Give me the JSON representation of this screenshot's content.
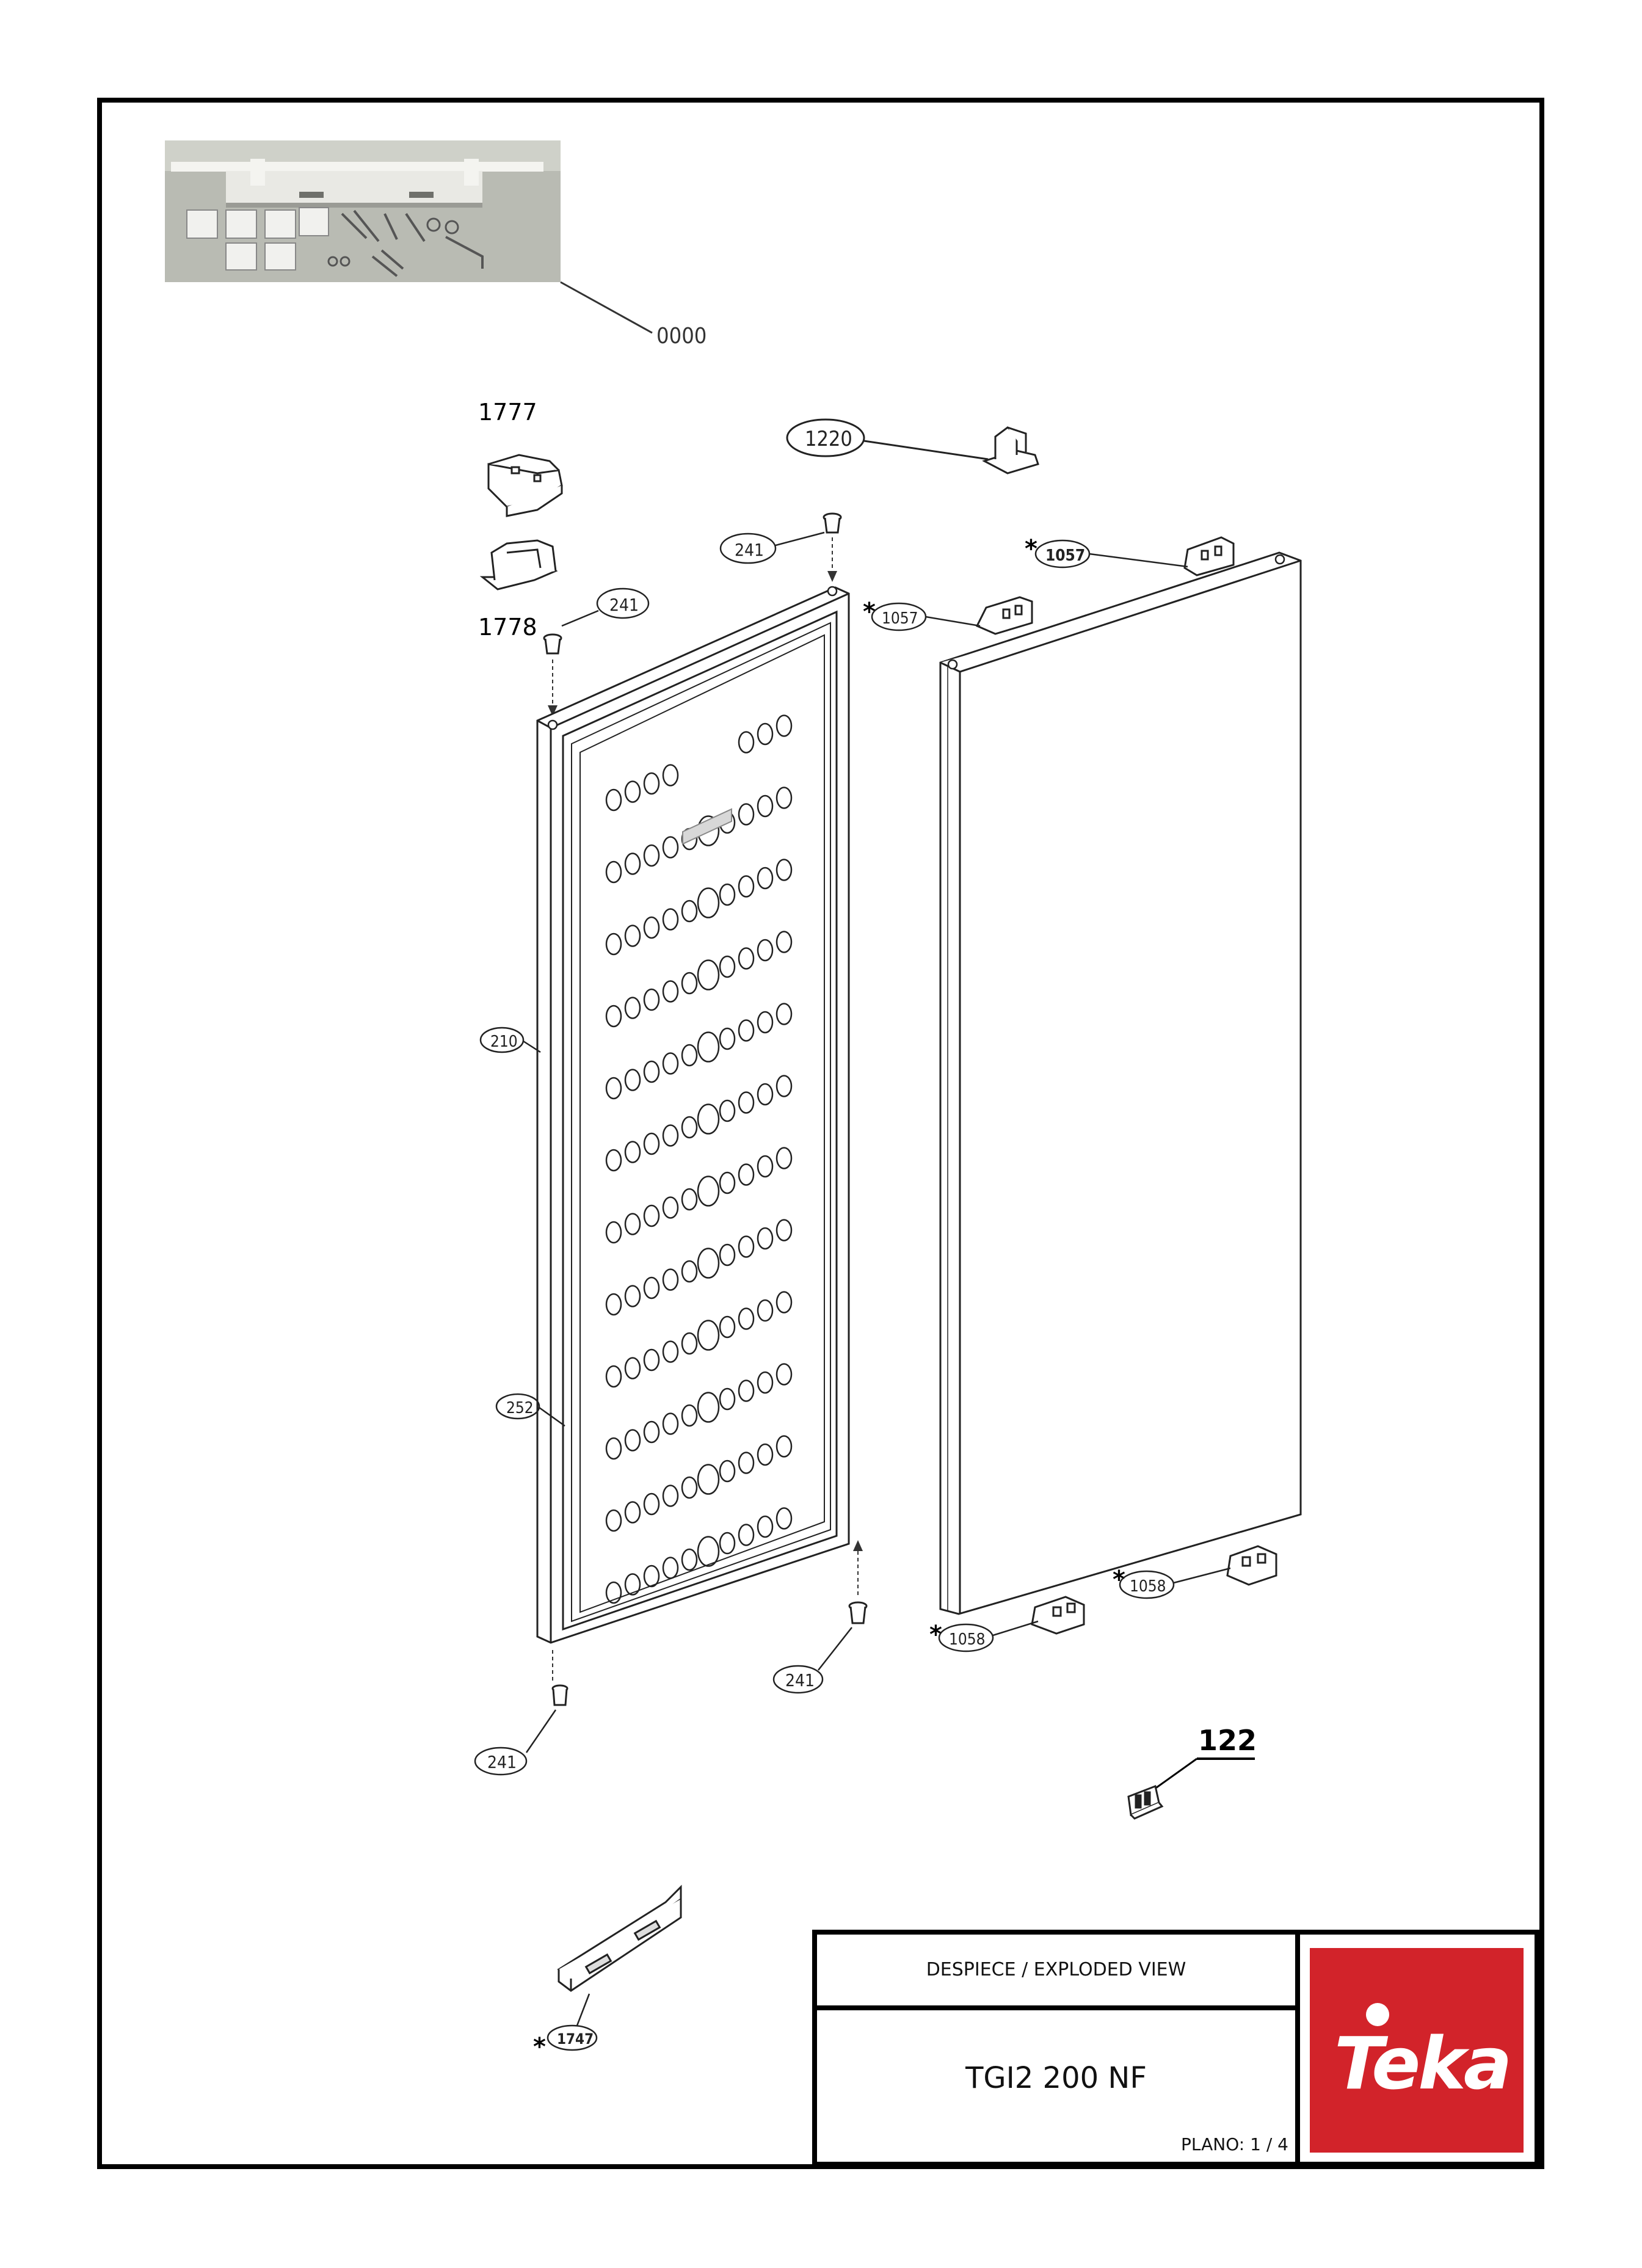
{
  "parts": {
    "p0000": "0000",
    "p1777": "1777",
    "p1778": "1778",
    "p1220": "1220",
    "p241_top": "241",
    "p241_upper": "241",
    "p241_bot1": "241",
    "p241_bot2": "241",
    "p1057_a": "1057",
    "p1057_b": "1057",
    "p210": "210",
    "p252": "252",
    "p1058_a": "1058",
    "p1058_b": "1058",
    "p122": "122",
    "p1747": "1747"
  },
  "marker": "*",
  "title_block": {
    "header": "DESPIECE / EXPLODED VIEW",
    "model": "TGI2 200 NF",
    "sheet": "PLANO: 1 / 4"
  },
  "logo": {
    "text": "Teka",
    "color": "#d2232a"
  }
}
